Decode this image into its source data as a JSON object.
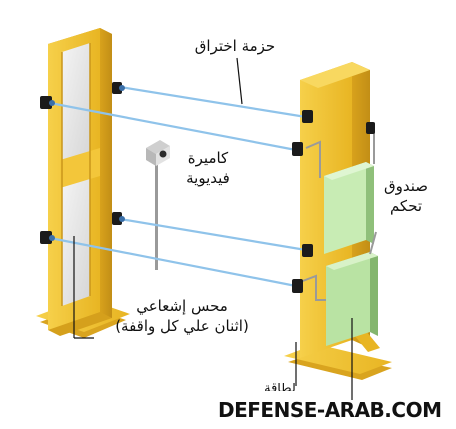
{
  "labels": {
    "intrusion_beam": "حزمة اختراق",
    "camera_line1": "كاميرة",
    "camera_line2": "فيديوية",
    "control_line1": "صندوق",
    "control_line2": "تحكم",
    "sensor_line1": "محس إشعاعي",
    "sensor_line2": "(اثنان علي كل واقفة)",
    "cut_off_text": "لطاقة"
  },
  "watermark": "DEFENSE-ARAB.COM",
  "colors": {
    "post_yellow": "#f1c232",
    "post_shadow": "#c9961a",
    "beam_blue": "#8fc3ea",
    "control_box_green": "#b9e3a3",
    "sensor_dark": "#1b1b1b"
  }
}
